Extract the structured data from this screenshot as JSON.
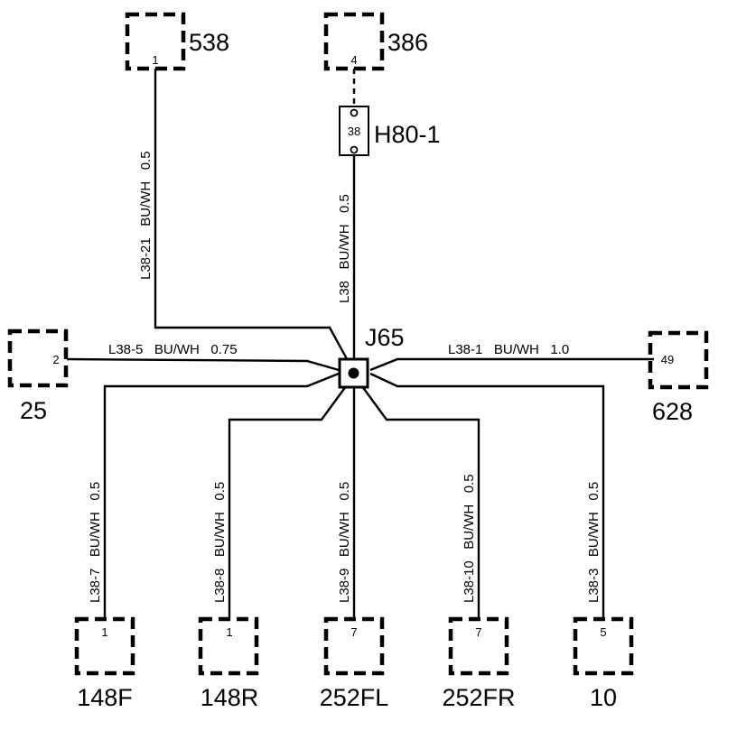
{
  "junction": {
    "name": "J65"
  },
  "inline_connector": {
    "name": "H80-1",
    "pin": "38"
  },
  "connectors": {
    "c538": {
      "name": "538",
      "pin": "1"
    },
    "c386": {
      "name": "386",
      "pin": "4"
    },
    "c25": {
      "name": "25",
      "pin": "2"
    },
    "c628": {
      "name": "628",
      "pin": "49"
    },
    "c148F": {
      "name": "148F",
      "pin": "1"
    },
    "c148R": {
      "name": "148R",
      "pin": "1"
    },
    "c252FL": {
      "name": "252FL",
      "pin": "7"
    },
    "c252FR": {
      "name": "252FR",
      "pin": "7"
    },
    "c10": {
      "name": "10",
      "pin": "5"
    }
  },
  "wires": {
    "w_538": {
      "label": "L38-21   BU/WH   0.5"
    },
    "w_main": {
      "label": "L38   BU/WH   0.5"
    },
    "w_25": {
      "label": "L38-5   BU/WH   0.75"
    },
    "w_628": {
      "label": "L38-1   BU/WH   1.0"
    },
    "w_148F": {
      "label": "L38-7   BU/WH   0.5"
    },
    "w_148R": {
      "label": "L38-8   BU/WH   0.5"
    },
    "w_252FL": {
      "label": "L38-9   BU/WH   0.5"
    },
    "w_252FR": {
      "label": "L38-10   BU/WH   0.5"
    },
    "w_10": {
      "label": "L38-3   BU/WH   0.5"
    }
  }
}
